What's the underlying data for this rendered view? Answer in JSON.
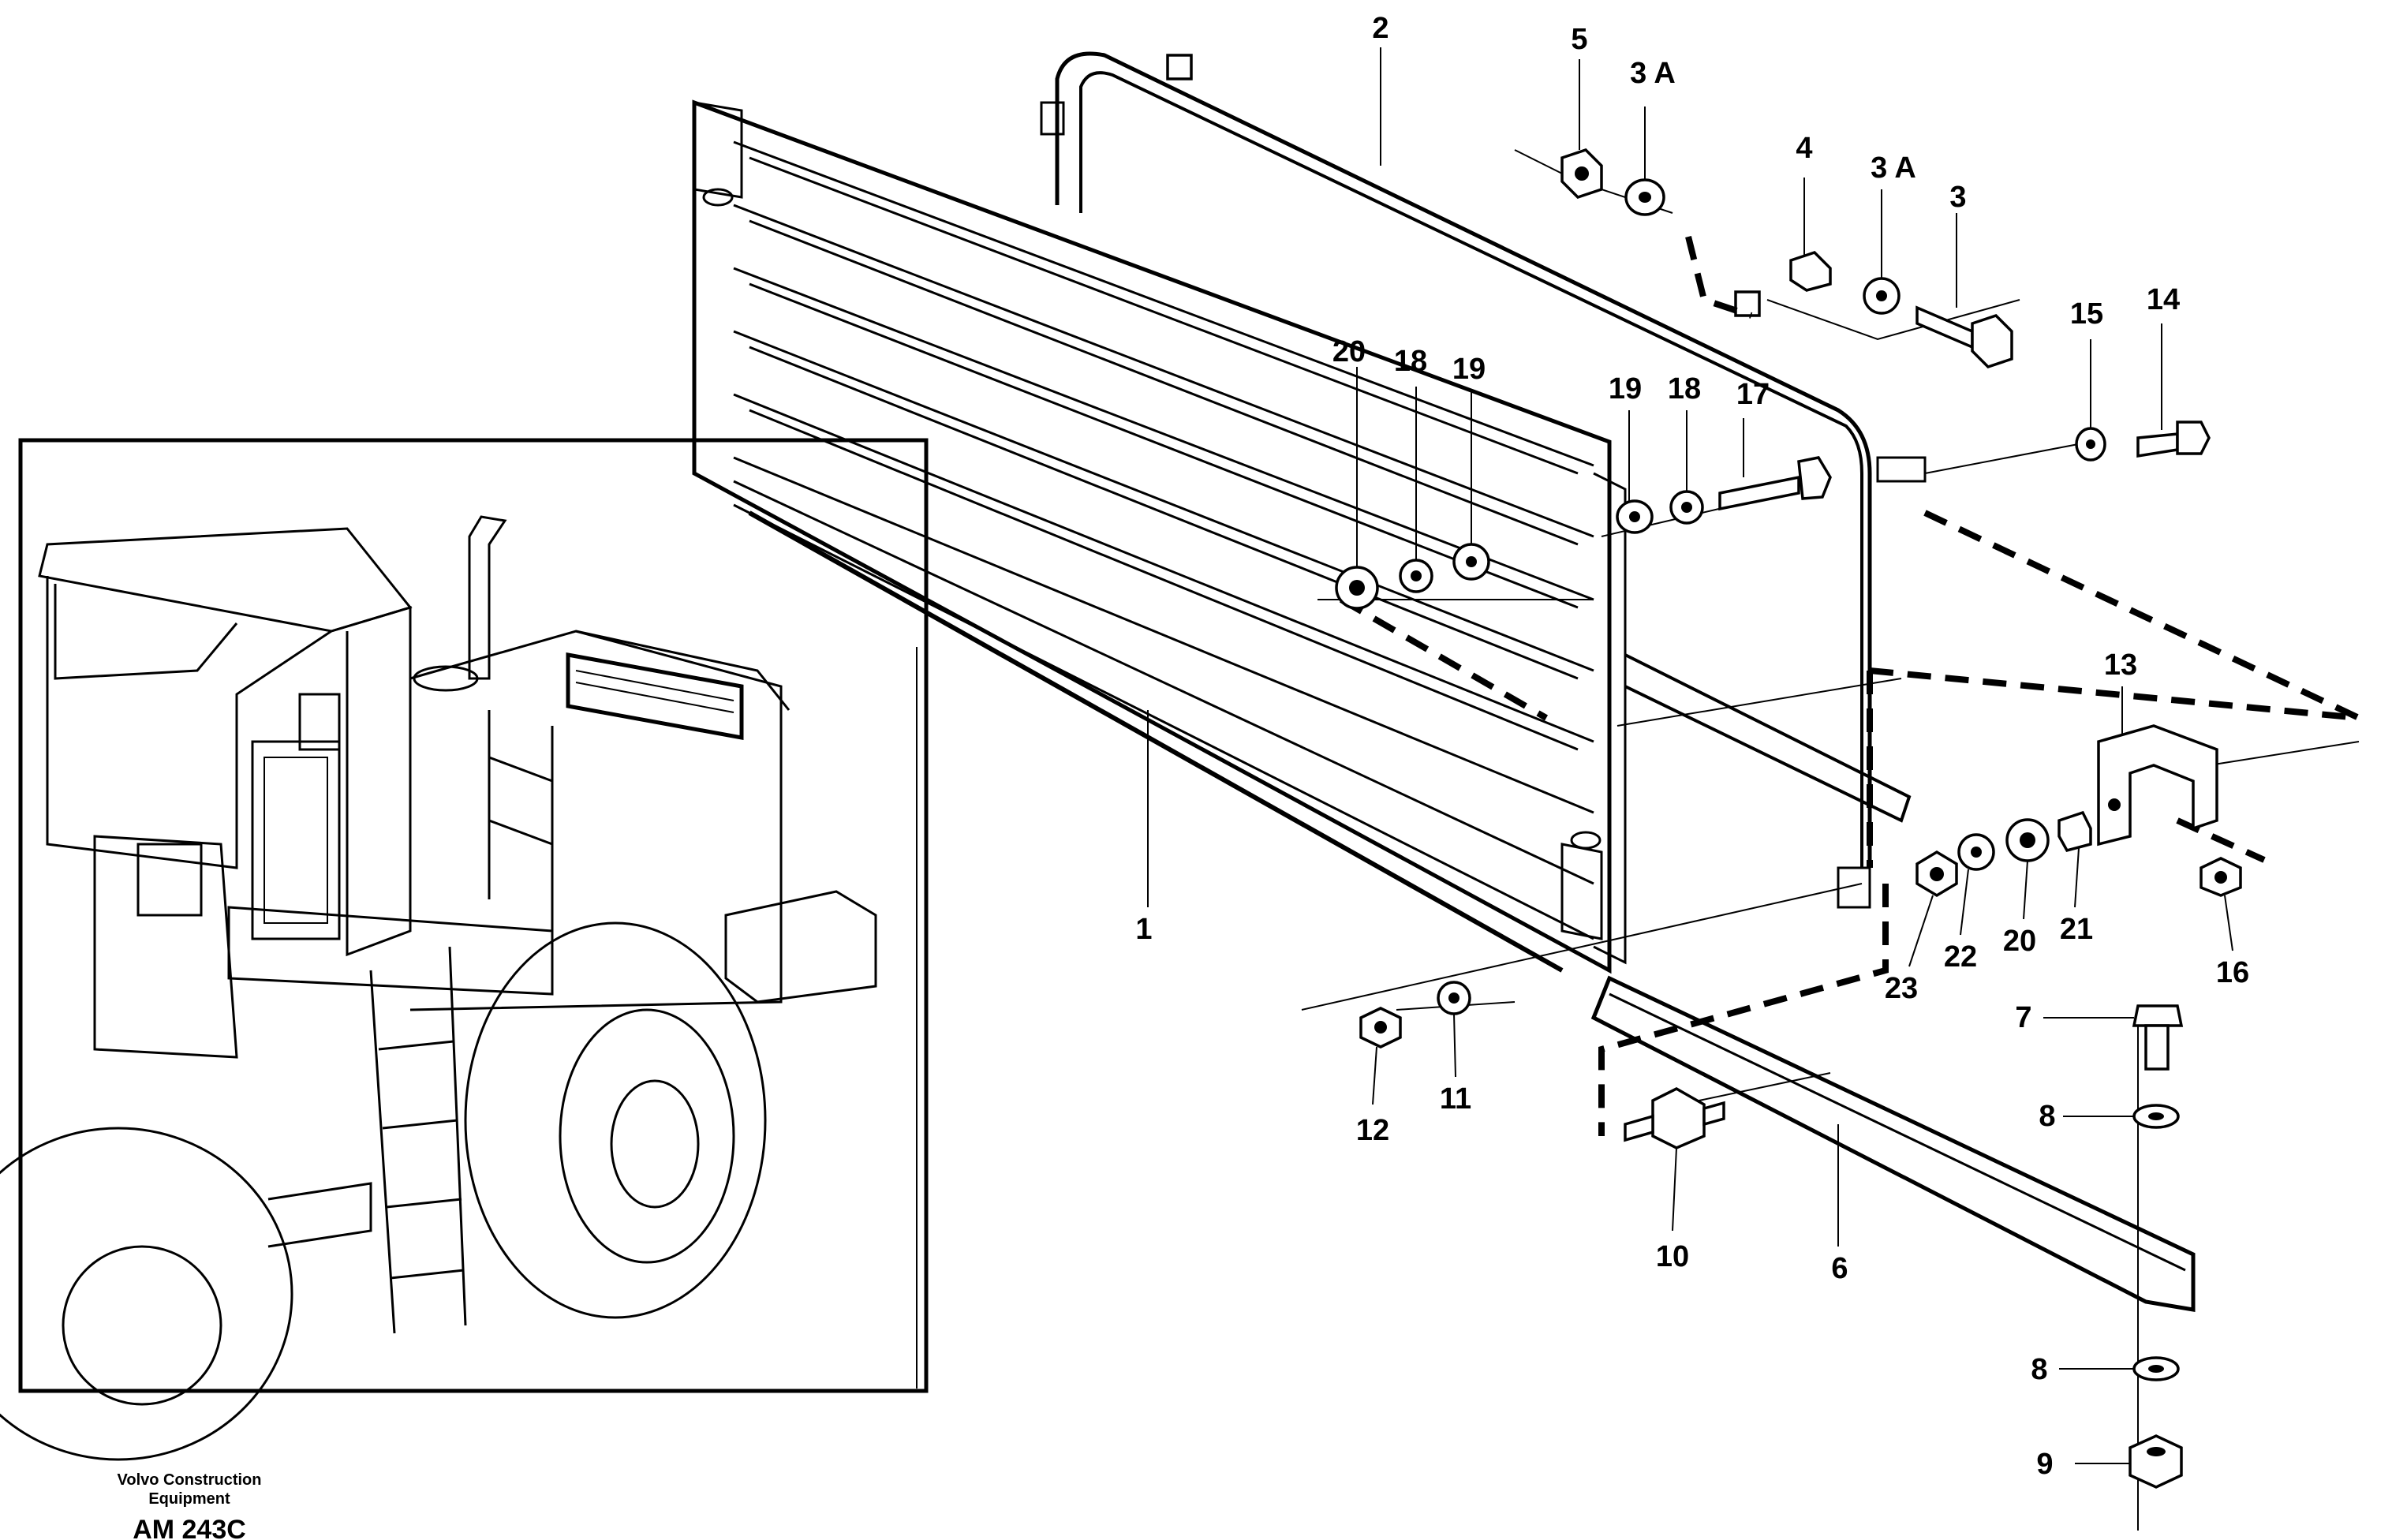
{
  "caption": {
    "maker_line1": "Volvo Construction",
    "maker_line2": "Equipment",
    "code": "AM 243C"
  },
  "callouts": [
    {
      "id": "c2",
      "text": "2"
    },
    {
      "id": "c5",
      "text": "5"
    },
    {
      "id": "c3a_top",
      "text": "3 A"
    },
    {
      "id": "c4",
      "text": "4"
    },
    {
      "id": "c3a_mid",
      "text": "3 A"
    },
    {
      "id": "c3",
      "text": "3"
    },
    {
      "id": "c15",
      "text": "15"
    },
    {
      "id": "c14",
      "text": "14"
    },
    {
      "id": "c20_top",
      "text": "20"
    },
    {
      "id": "c18_top",
      "text": "18"
    },
    {
      "id": "c19_top",
      "text": "19"
    },
    {
      "id": "c19_right",
      "text": "19"
    },
    {
      "id": "c18_right",
      "text": "18"
    },
    {
      "id": "c17",
      "text": "17"
    },
    {
      "id": "c13",
      "text": "13"
    },
    {
      "id": "c1",
      "text": "1"
    },
    {
      "id": "c23",
      "text": "23"
    },
    {
      "id": "c22",
      "text": "22"
    },
    {
      "id": "c20_bottom",
      "text": "20"
    },
    {
      "id": "c21",
      "text": "21"
    },
    {
      "id": "c16",
      "text": "16"
    },
    {
      "id": "c7",
      "text": "7"
    },
    {
      "id": "c8_top",
      "text": "8"
    },
    {
      "id": "c12",
      "text": "12"
    },
    {
      "id": "c11",
      "text": "11"
    },
    {
      "id": "c10",
      "text": "10"
    },
    {
      "id": "c6",
      "text": "6"
    },
    {
      "id": "c8_bottom",
      "text": "8"
    },
    {
      "id": "c9",
      "text": "9"
    }
  ]
}
